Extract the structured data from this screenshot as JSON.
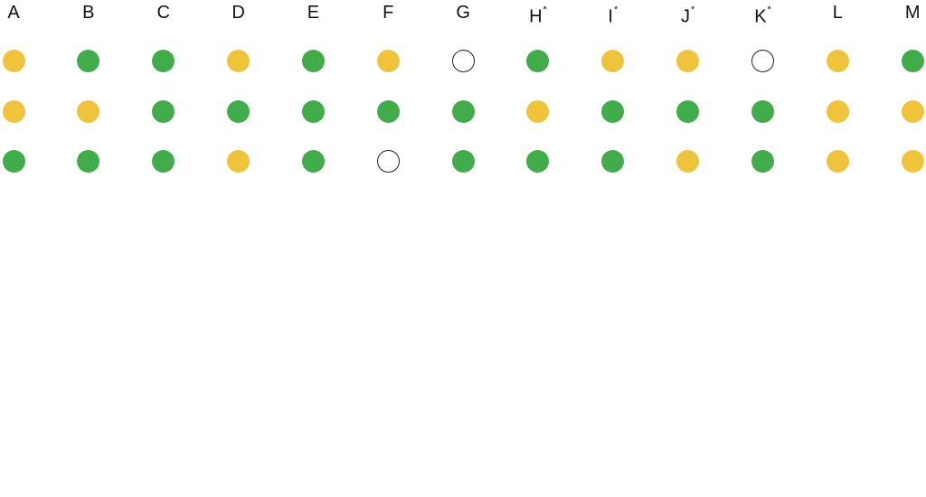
{
  "colors": {
    "green": "#41ad4a",
    "yellow": "#f0c43a",
    "empty": "#ffffff"
  },
  "columns": [
    {
      "label": "A",
      "mark": ""
    },
    {
      "label": "B",
      "mark": ""
    },
    {
      "label": "C",
      "mark": ""
    },
    {
      "label": "D",
      "mark": ""
    },
    {
      "label": "E",
      "mark": ""
    },
    {
      "label": "F",
      "mark": ""
    },
    {
      "label": "G",
      "mark": ""
    },
    {
      "label": "H",
      "mark": "*"
    },
    {
      "label": "I",
      "mark": "*"
    },
    {
      "label": "J",
      "mark": "*"
    },
    {
      "label": "K",
      "mark": "*"
    },
    {
      "label": "L",
      "mark": ""
    },
    {
      "label": "M",
      "mark": ""
    }
  ],
  "rows": [
    [
      "yellow",
      "green",
      "green",
      "yellow",
      "green",
      "yellow",
      "empty",
      "green",
      "yellow",
      "yellow",
      "empty",
      "yellow",
      "green"
    ],
    [
      "yellow",
      "yellow",
      "green",
      "green",
      "green",
      "green",
      "green",
      "yellow",
      "green",
      "green",
      "green",
      "yellow",
      "yellow"
    ],
    [
      "green",
      "green",
      "green",
      "yellow",
      "green",
      "empty",
      "green",
      "green",
      "green",
      "yellow",
      "green",
      "yellow",
      "yellow"
    ]
  ]
}
